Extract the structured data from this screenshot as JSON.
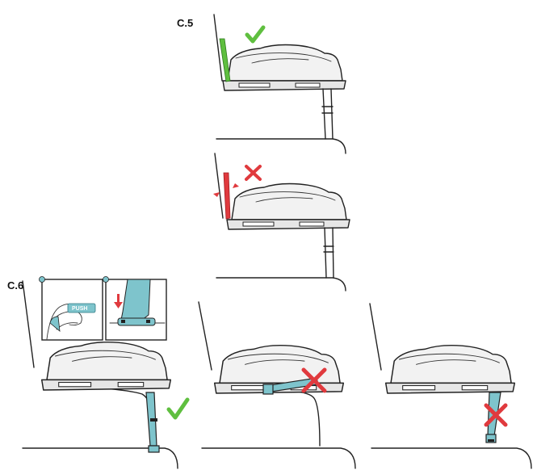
{
  "labels": {
    "step_c5": "C.5",
    "step_c6": "C.6",
    "push": "PUSH"
  },
  "colors": {
    "correct": "#5fbf3f",
    "wrong": "#e03a3e",
    "support_leg": "#7ec4cc",
    "line": "#222222"
  },
  "icons": {
    "correct": "check-icon",
    "wrong": "cross-icon",
    "press": "arrow-icon"
  }
}
